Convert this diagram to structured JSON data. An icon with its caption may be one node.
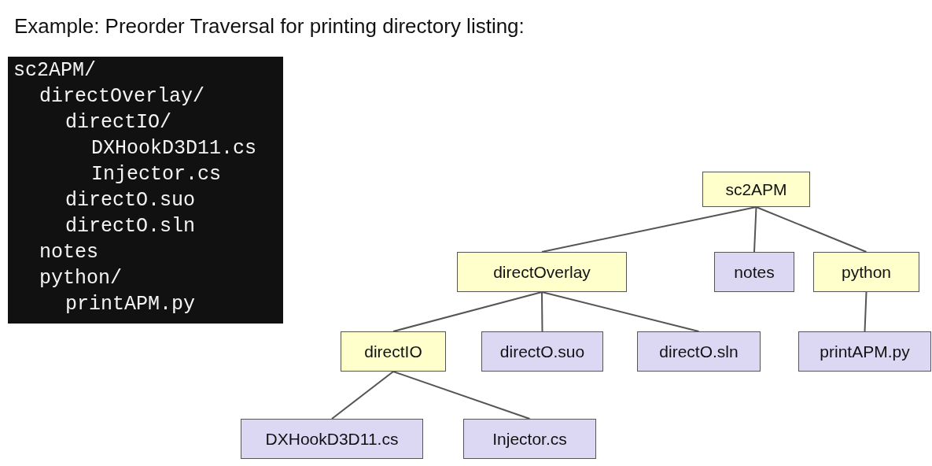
{
  "diagram": {
    "title": "Example: Preorder Traversal for printing directory listing:",
    "nodes": [
      {
        "text": [
          "sc2APM/",
          "directOverlay/",
          "directIO/",
          "DXHookD3D11.cs",
          "Injector.cs",
          "directO.suo",
          "directO.sln",
          "notes",
          "python/",
          "printAPM.py"
        ]
      },
      {
        "text": [
          "sc2APM"
        ]
      },
      {
        "text": [
          "directOverlay"
        ]
      },
      {
        "text": [
          "notes"
        ]
      },
      {
        "text": [
          "python"
        ]
      },
      {
        "text": [
          "directIO"
        ]
      },
      {
        "text": [
          "directO.suo"
        ]
      },
      {
        "text": [
          "directO.sln"
        ]
      },
      {
        "text": [
          "printAPM.py"
        ]
      },
      {
        "text": [
          "DXHookD3D11.cs"
        ]
      },
      {
        "text": [
          "Injector.cs"
        ]
      }
    ],
    "edges": [
      {
        "from": 1,
        "to": 2,
        "arrow": "none"
      },
      {
        "from": 1,
        "to": 3,
        "arrow": "none"
      },
      {
        "from": 1,
        "to": 4,
        "arrow": "none"
      },
      {
        "from": 2,
        "to": 5,
        "arrow": "none"
      },
      {
        "from": 2,
        "to": 6,
        "arrow": "none"
      },
      {
        "from": 2,
        "to": 7,
        "arrow": "none"
      },
      {
        "from": 4,
        "to": 8,
        "arrow": "none"
      },
      {
        "from": 5,
        "to": 9,
        "arrow": "none"
      },
      {
        "from": 5,
        "to": 10,
        "arrow": "none"
      }
    ]
  }
}
